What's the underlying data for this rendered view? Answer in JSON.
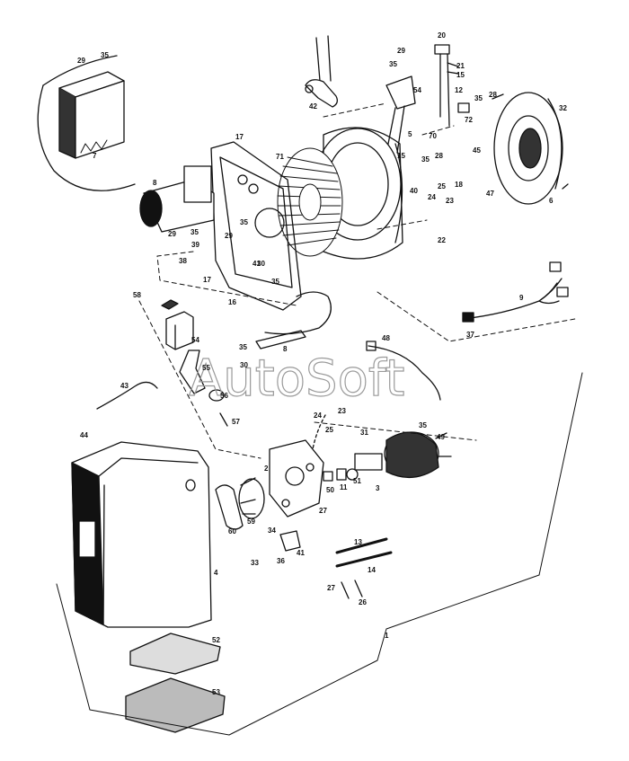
{
  "watermark": "AutoSoft",
  "callouts": [
    "29",
    "35",
    "7",
    "42",
    "29",
    "20",
    "35",
    "21",
    "15",
    "54",
    "12",
    "35",
    "28",
    "72",
    "32",
    "17",
    "71",
    "5",
    "70",
    "15",
    "35",
    "28",
    "45",
    "8",
    "40",
    "18",
    "25",
    "24",
    "23",
    "6",
    "35",
    "29",
    "47",
    "29",
    "35",
    "39",
    "38",
    "22",
    "41",
    "30",
    "35",
    "17",
    "9",
    "58",
    "16",
    "37",
    "48",
    "35",
    "8",
    "54",
    "30",
    "55",
    "43",
    "56",
    "57",
    "23",
    "24",
    "25",
    "35",
    "31",
    "49",
    "44",
    "2",
    "50",
    "11",
    "51",
    "3",
    "27",
    "60",
    "59",
    "34",
    "41",
    "33",
    "36",
    "13",
    "4",
    "14",
    "27",
    "26",
    "1",
    "52",
    "53"
  ]
}
